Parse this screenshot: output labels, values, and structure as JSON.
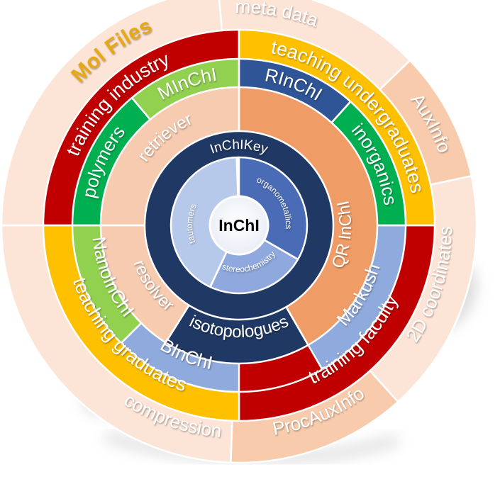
{
  "diagram": {
    "center_label": "InChI",
    "rings": {
      "inner": {
        "segments": [
          {
            "id": "tautomers",
            "label": "tautomers",
            "color": "#b7c9ea",
            "text_color": "#ffffff"
          },
          {
            "id": "organometallics",
            "label": "organometallics",
            "color": "#4a6bb5",
            "text_color": "#ffffff"
          },
          {
            "id": "stereochemistry",
            "label": "stereochemistry",
            "color": "#8fa8dd",
            "text_color": "#ffffff"
          }
        ]
      },
      "key_ring": {
        "label": "InChIKey",
        "color": "#1f3864",
        "text_color": "#ffffff"
      },
      "third": {
        "segments": [
          {
            "id": "retriever",
            "label": "retriever",
            "color": "#f6cbb0",
            "text_color": "#ffffff"
          },
          {
            "id": "qr-inchi",
            "label": "QR InChI",
            "color": "#f09c66",
            "text_color": "#ffffff"
          },
          {
            "id": "resolver",
            "label": "resolver",
            "color": "#f6cbb0",
            "text_color": "#ffffff"
          },
          {
            "id": "isotopologues",
            "label": "isotopologues",
            "color": "#1f3864",
            "text_color": "#ffffff"
          }
        ]
      },
      "fourth": {
        "segments": [
          {
            "id": "minchi",
            "label": "MInChI",
            "color": "#92d050",
            "text_color": "#ffffff"
          },
          {
            "id": "polymers",
            "label": "polymers",
            "color": "#00b050",
            "text_color": "#ffffff"
          },
          {
            "id": "rinchi",
            "label": "RInChI",
            "color": "#2f5597",
            "text_color": "#ffffff"
          },
          {
            "id": "inorganics",
            "label": "inorganics",
            "color": "#00b050",
            "text_color": "#ffffff"
          },
          {
            "id": "markush",
            "label": "Markush",
            "color": "#8faadc",
            "text_color": "#ffffff"
          },
          {
            "id": "binchi",
            "label": "BInChI",
            "color": "#8faadc",
            "text_color": "#ffffff"
          },
          {
            "id": "nanoinchi",
            "label": "NanoInChI",
            "color": "#92d050",
            "text_color": "#ffffff"
          }
        ]
      },
      "fifth": {
        "segments": [
          {
            "id": "training-industry",
            "label": "training industry",
            "color": "#c00000",
            "text_color": "#ffffff"
          },
          {
            "id": "teaching-undergraduates",
            "label": "teaching undergraduates",
            "color": "#ffc000",
            "text_color": "#ffffff"
          },
          {
            "id": "training-faculty",
            "label": "training faculty",
            "color": "#c00000",
            "text_color": "#ffffff"
          },
          {
            "id": "teaching-graduates",
            "label": "teaching graduates",
            "color": "#ffc000",
            "text_color": "#ffffff"
          }
        ]
      },
      "outer": {
        "segments": [
          {
            "id": "mol-files",
            "label": "Mol Files",
            "color": "#fce4d6",
            "text_color": "#e6a817"
          },
          {
            "id": "meta-data",
            "label": "meta data",
            "color": "#fce4d6",
            "text_color": "#ffffff"
          },
          {
            "id": "auxinfo",
            "label": "AuxInfo",
            "color": "#f8cbad",
            "text_color": "#ffffff"
          },
          {
            "id": "2d-coordinates",
            "label": "2D coordinates",
            "color": "#fce4d6",
            "text_color": "#ffffff"
          },
          {
            "id": "procauxinfo",
            "label": "ProcAuxInfo",
            "color": "#f8cbad",
            "text_color": "#ffffff"
          },
          {
            "id": "compression",
            "label": "compression",
            "color": "#fce4d6",
            "text_color": "#ffffff"
          }
        ]
      }
    }
  }
}
